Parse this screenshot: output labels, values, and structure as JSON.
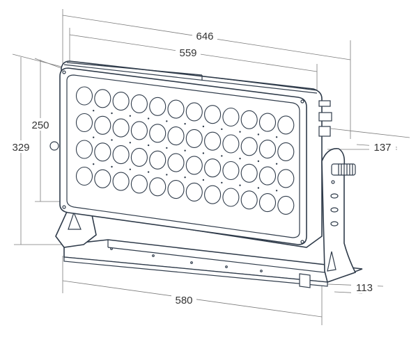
{
  "dimensions": {
    "width_outer": "646",
    "width_housing": "559",
    "height_inner": "250",
    "height_total": "329",
    "depth_side": "137",
    "base_width": "580",
    "base_depth": "113"
  },
  "led_grid": {
    "rows": 4,
    "cols": 12
  },
  "colors": {
    "line": "#2f3b4a",
    "dimension": "#7a7a7a",
    "text": "#333333"
  }
}
